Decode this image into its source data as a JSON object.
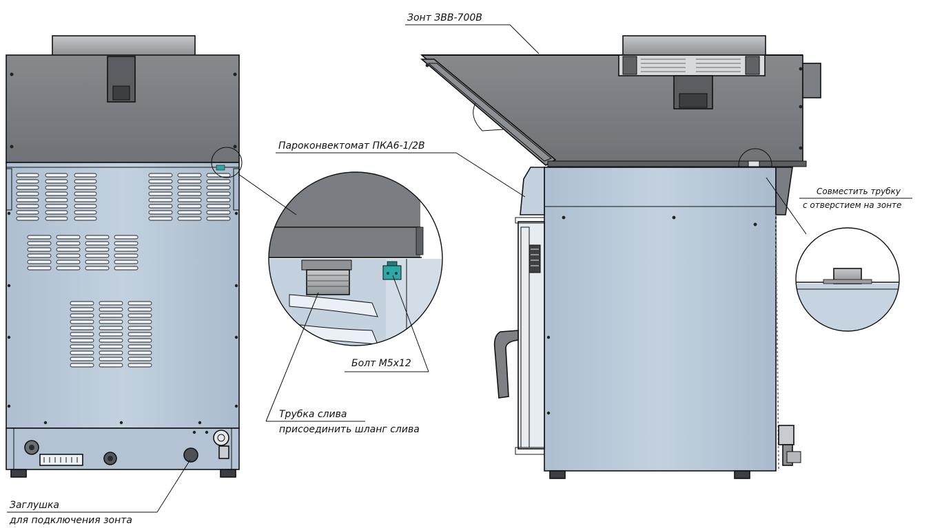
{
  "labels": {
    "hood": "Зонт ЗВВ-700В",
    "combi_oven": "Пароконвектомат ПКА6-1/2В",
    "align_line1": "Совместить трубку",
    "align_line2": "с отверстием на зонте",
    "bolt": "Болт М5х12",
    "drain_line1": "Трубка слива",
    "drain_line2": "присоединить шланг слива",
    "plug_line1": "Заглушка",
    "plug_line2": "для подключения зонта"
  },
  "colors": {
    "hood_gray": "#7c7f83",
    "hood_top": "#a9abae",
    "body_blue": "#b9c9d9",
    "body_blue_dark": "#9fb3c7",
    "vent": "#f2f4f6",
    "accent_teal": "#2fa7a4"
  }
}
